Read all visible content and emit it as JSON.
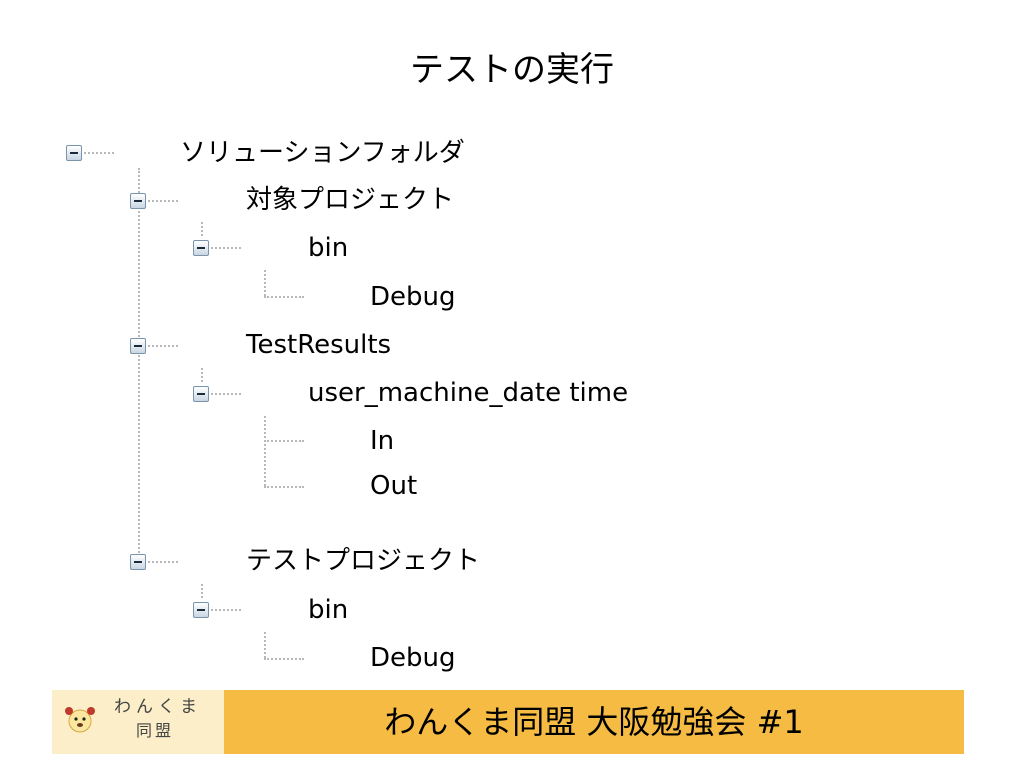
{
  "slide": {
    "title": "テストの実行"
  },
  "tree": {
    "root": "ソリューションフォルダ",
    "project": "対象プロジェクト",
    "project_bin": "bin",
    "project_debug": "Debug",
    "test_results": "TestResults",
    "run_folder": "user_machine_date time",
    "in_folder": "In",
    "out_folder": "Out",
    "test_project": "テストプロジェクト",
    "test_bin": "bin",
    "test_debug": "Debug"
  },
  "footer": {
    "logo_line1": "わんくま",
    "logo_line2": "同盟",
    "title": "わんくま同盟 大阪勉強会 #1"
  }
}
